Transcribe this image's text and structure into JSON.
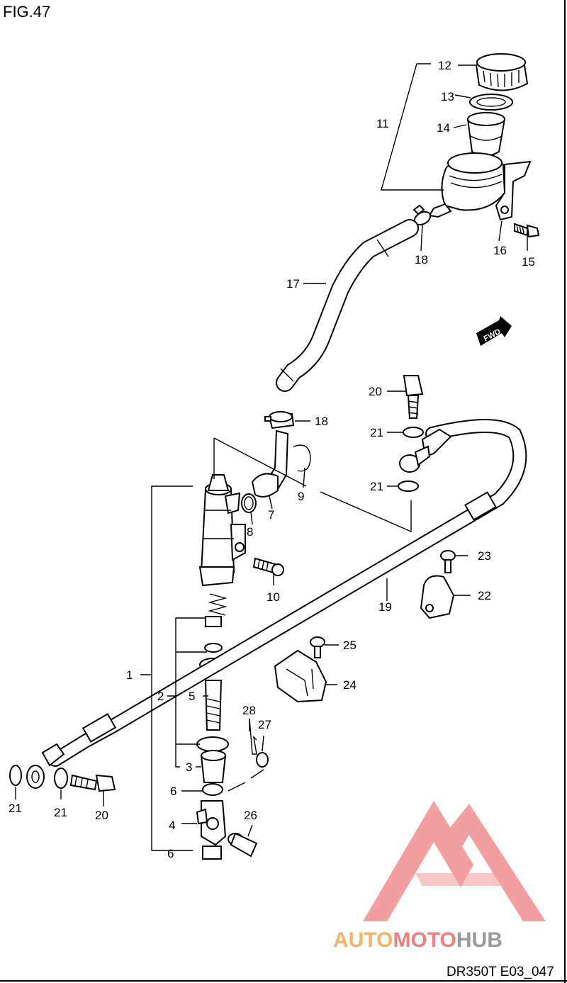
{
  "figure_title": "FIG.47",
  "figure_code": "DR350T E03_047",
  "watermark": {
    "part1": "AUTO",
    "part2": "MOTO",
    "part3": "HUB",
    "color_auto": "#F7B26A",
    "color_moto": "#F08080",
    "color_hub": "#9A9A9A",
    "logo_color": "#F08080"
  },
  "fwd_badge": "FWD",
  "callouts": {
    "c12": "12",
    "c13": "13",
    "c14": "14",
    "c11": "11",
    "c16": "16",
    "c15": "15",
    "c18a": "18",
    "c17": "17",
    "c20a": "20",
    "c21a": "21",
    "c21b": "21",
    "c18b": "18",
    "c9": "9",
    "c8": "8",
    "c7": "7",
    "c23": "23",
    "c10": "10",
    "c22": "22",
    "c19": "19",
    "c25": "25",
    "c1": "1",
    "c24": "24",
    "c2": "2",
    "c5": "5",
    "c28": "28",
    "c27": "27",
    "c3": "3",
    "c21c": "21",
    "c21d": "21",
    "c20b": "20",
    "c6a": "6",
    "c4": "4",
    "c26": "26",
    "c6b": "6"
  }
}
